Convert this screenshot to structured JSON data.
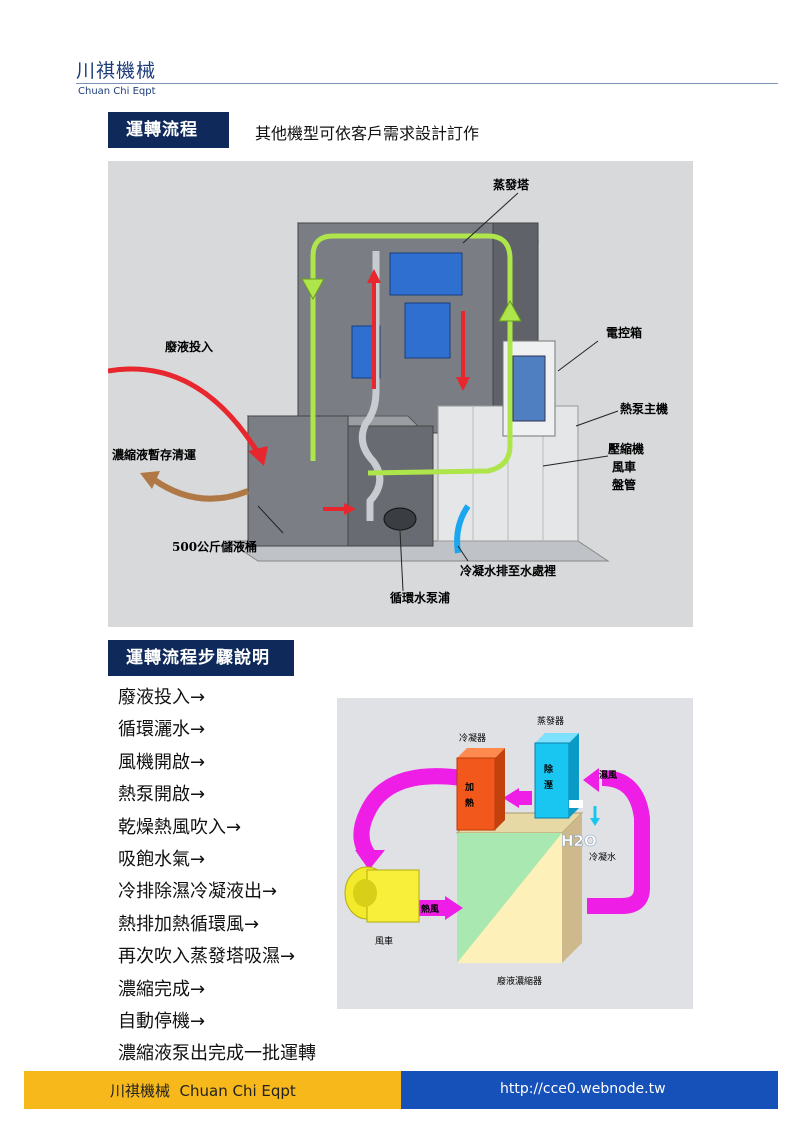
{
  "header": {
    "company_zh": "川祺機械",
    "company_en": "Chuan Chi Eqpt"
  },
  "section1": {
    "title": "運轉流程",
    "subtitle": "其他機型可依客戶需求設計訂作"
  },
  "figure1_labels": {
    "evaporator_tower": "蒸發塔",
    "waste_input": "廢液投入",
    "control_box": "電控箱",
    "heat_pump_main": "熱泵主機",
    "concentrate_storage": "濃縮液暫存清運",
    "compressor": "壓縮機",
    "fan": "風車",
    "coil": "盤管",
    "tank": "500公斤儲液桶",
    "condensate_drain": "冷凝水排至水處裡",
    "circulation_pump": "循環水泵浦"
  },
  "section2": {
    "title": "運轉流程步驟說明",
    "steps": [
      "廢液投入→",
      "循環灑水→",
      "風機開啟→",
      "熱泵開啟→",
      "乾燥熱風吹入→",
      "吸飽水氣→",
      "冷排除濕冷凝液出→",
      "熱排加熱循環風→",
      "再次吹入蒸發塔吸濕→",
      "濃縮完成→",
      "自動停機→",
      "濃縮液泵出完成一批運轉"
    ]
  },
  "figure2_labels": {
    "evaporator": "蒸發器",
    "condenser": "冷凝器",
    "heat_char1": "加",
    "heat_char2": "熱",
    "dehum_char1": "除",
    "dehum_char2": "溼",
    "wet_air": "濕風",
    "h2o": "H2O",
    "condensate_water": "冷凝水",
    "hot_air": "熱風",
    "fan": "風車",
    "waste_concentrator": "廢液濃縮器"
  },
  "footer": {
    "left": "川祺機械  Chuan Chi Eqpt",
    "right": "http://cce0.webnode.tw"
  },
  "colors": {
    "navy": "#0f2a5a",
    "footer_yellow": "#f6b81a",
    "footer_blue": "#1650b9",
    "flow_green": "#aee54a",
    "flow_red": "#e8262d",
    "flow_magenta": "#ee1ee6"
  }
}
